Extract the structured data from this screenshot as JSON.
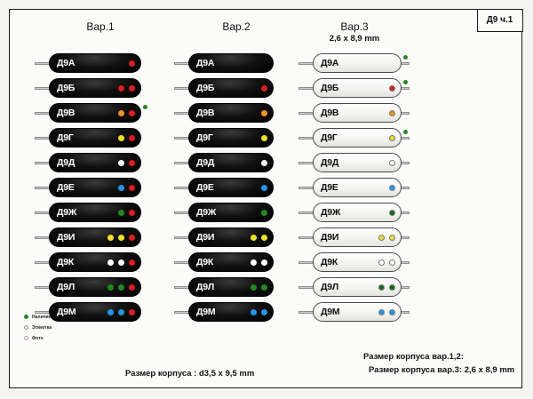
{
  "sheet": {
    "badge": "Д9 ч.1"
  },
  "columns": [
    {
      "title": "Вар.1",
      "subtitle": ""
    },
    {
      "title": "Вар.2",
      "subtitle": ""
    },
    {
      "title": "Вар.3",
      "subtitle": "2,6 x 8,9 mm"
    }
  ],
  "colors": {
    "red": "#e01b1b",
    "orange": "#f0921e",
    "yellow": "#f2e21a",
    "yellow_v3": "#ecdf2a",
    "white": "#ffffff",
    "blue": "#2196e8",
    "green": "#1f8a1f",
    "green_dark": "#0f6f0f",
    "avail_green": "#1f8a1f",
    "label_gray": "#8a8a8a",
    "photo_pink": "#c98fc0",
    "body_dark": "#0a0a0a",
    "body_light": "#fbfbfa",
    "lead": "#c9c9c9",
    "outline": "#1b1b1b"
  },
  "rows": [
    {
      "name": "Д9А",
      "var1": {
        "dots": [
          "red"
        ],
        "avail": false
      },
      "var2": {
        "dots": [],
        "avail": false
      },
      "var3": {
        "dots": [],
        "avail": true
      }
    },
    {
      "name": "Д9Б",
      "var1": {
        "dots": [
          "red",
          "red"
        ],
        "avail": false
      },
      "var2": {
        "dots": [
          "red"
        ],
        "avail": false
      },
      "var3": {
        "dots": [
          "red"
        ],
        "avail": true
      }
    },
    {
      "name": "Д9В",
      "var1": {
        "dots": [
          "orange",
          "red"
        ],
        "avail": true
      },
      "var2": {
        "dots": [
          "orange"
        ],
        "avail": false
      },
      "var3": {
        "dots": [
          "orange"
        ],
        "avail": false
      }
    },
    {
      "name": "Д9Г",
      "var1": {
        "dots": [
          "yellow",
          "red"
        ],
        "avail": false
      },
      "var2": {
        "dots": [
          "yellow"
        ],
        "avail": false
      },
      "var3": {
        "dots": [
          "yellow_v3"
        ],
        "avail": true
      }
    },
    {
      "name": "Д9Д",
      "var1": {
        "dots": [
          "white",
          "red"
        ],
        "avail": false
      },
      "var2": {
        "dots": [
          "white"
        ],
        "avail": false
      },
      "var3": {
        "dots": [
          "white"
        ],
        "avail": false
      }
    },
    {
      "name": "Д9Е",
      "var1": {
        "dots": [
          "blue",
          "red"
        ],
        "avail": false
      },
      "var2": {
        "dots": [
          "blue"
        ],
        "avail": false
      },
      "var3": {
        "dots": [
          "blue"
        ],
        "avail": false
      }
    },
    {
      "name": "Д9Ж",
      "var1": {
        "dots": [
          "green",
          "red"
        ],
        "avail": false
      },
      "var2": {
        "dots": [
          "green"
        ],
        "avail": false
      },
      "var3": {
        "dots": [
          "green_dark"
        ],
        "avail": false
      }
    },
    {
      "name": "Д9И",
      "var1": {
        "dots": [
          "yellow",
          "yellow",
          "red"
        ],
        "avail": false
      },
      "var2": {
        "dots": [
          "yellow",
          "yellow"
        ],
        "avail": false
      },
      "var3": {
        "dots": [
          "yellow_v3",
          "yellow_v3"
        ],
        "avail": false
      }
    },
    {
      "name": "Д9К",
      "var1": {
        "dots": [
          "white",
          "white",
          "red"
        ],
        "avail": false
      },
      "var2": {
        "dots": [
          "white",
          "white"
        ],
        "avail": false
      },
      "var3": {
        "dots": [
          "white",
          "white"
        ],
        "avail": false
      }
    },
    {
      "name": "Д9Л",
      "var1": {
        "dots": [
          "green",
          "green",
          "red"
        ],
        "avail": false
      },
      "var2": {
        "dots": [
          "green",
          "green"
        ],
        "avail": false
      },
      "var3": {
        "dots": [
          "green_dark",
          "green_dark"
        ],
        "avail": false
      }
    },
    {
      "name": "Д9М",
      "var1": {
        "dots": [
          "blue",
          "blue",
          "red"
        ],
        "avail": false
      },
      "var2": {
        "dots": [
          "blue",
          "blue"
        ],
        "avail": false
      },
      "var3": {
        "dots": [
          "blue",
          "blue"
        ],
        "avail": false
      }
    }
  ],
  "legend": [
    {
      "label": "Наличие",
      "style": "solid-green"
    },
    {
      "label": "Этикетка",
      "style": "ring-gray"
    },
    {
      "label": "Фото",
      "style": "ring-pink"
    }
  ],
  "footer": {
    "center": "Размер корпуса : d3,5 x 9,5 mm",
    "right_line1": "Размер корпуса вар.1,2:",
    "right_line2": "Размер корпуса вар.3: 2,6 x 8,9 mm"
  }
}
